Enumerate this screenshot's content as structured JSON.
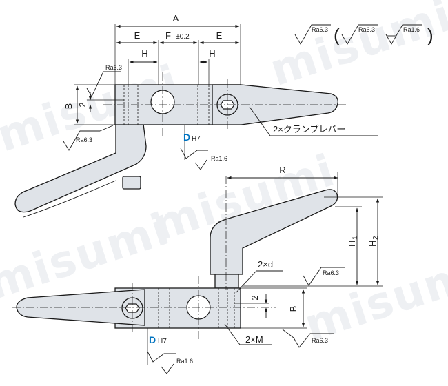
{
  "watermark": "misumi",
  "accent_color": "#0073c0",
  "dimensions": {
    "A": "A",
    "E": "E",
    "F": "F",
    "F_tol": "±0.2",
    "H": "H",
    "B": "B",
    "two": "2",
    "R": "R",
    "H1": "H",
    "H1_sub": "1",
    "H2": "H",
    "H2_sub": "2",
    "D": "D",
    "H7": "H7"
  },
  "callouts": {
    "clamp_lever": "2×クランプレバー",
    "bolt_hole": "2×d",
    "thread": "2×M"
  },
  "roughness": {
    "ra63": "Ra6.3",
    "ra16": "Ra1.6"
  },
  "legend": {
    "paren_open": "(",
    "paren_close": ")"
  }
}
